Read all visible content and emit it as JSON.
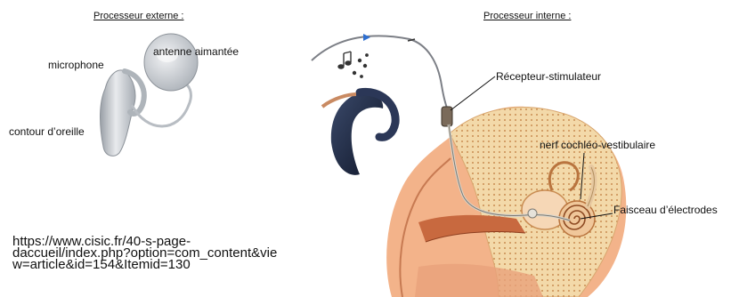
{
  "headings": {
    "external": "Processeur externe :",
    "internal": "Processeur interne :"
  },
  "labels": {
    "magnetic_antenna": "antenne aimantée",
    "microphone": "microphone",
    "ear_hook": "contour d’oreille",
    "receiver_stimulator": "Récepteur-stimulateur",
    "cochleo_vestibular_nerve": "nerf cochléo-vestibulaire",
    "electrode_bundle": "Faisceau d’électrodes"
  },
  "source_url": {
    "line1": "https://www.cisic.fr/40-s-page-",
    "line2": "daccueil/index.php?option=com_content&vie",
    "line3": "w=article&id=154&Itemid=130"
  },
  "colors": {
    "device_silver": "#c9cdd2",
    "device_dark": "#1e2a44",
    "skin": "#f1a97b",
    "bone": "#f5dcb0",
    "canal": "#c8693f",
    "cable_blue": "#2f6fd0"
  },
  "icons": [
    "music-notes-icon"
  ]
}
